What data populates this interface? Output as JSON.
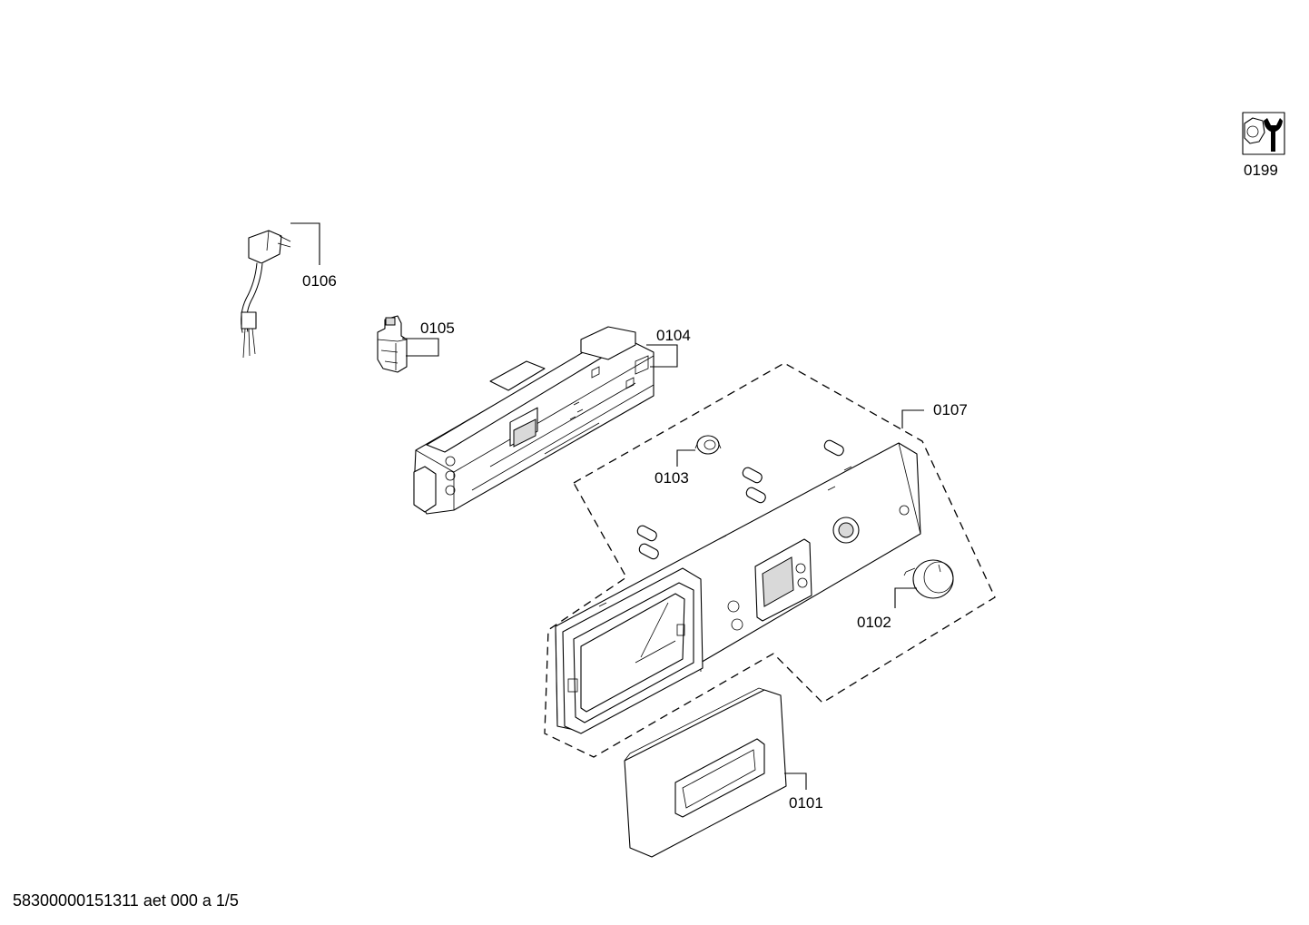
{
  "callouts": {
    "p0101": "0101",
    "p0102": "0102",
    "p0103": "0103",
    "p0104": "0104",
    "p0105": "0105",
    "p0106": "0106",
    "p0107": "0107",
    "p0199": "0199"
  },
  "footer": {
    "document_id": "58300000151311 aet 000 a 1/5"
  },
  "icons": {
    "service_icon": "nut-and-wrench-icon"
  }
}
